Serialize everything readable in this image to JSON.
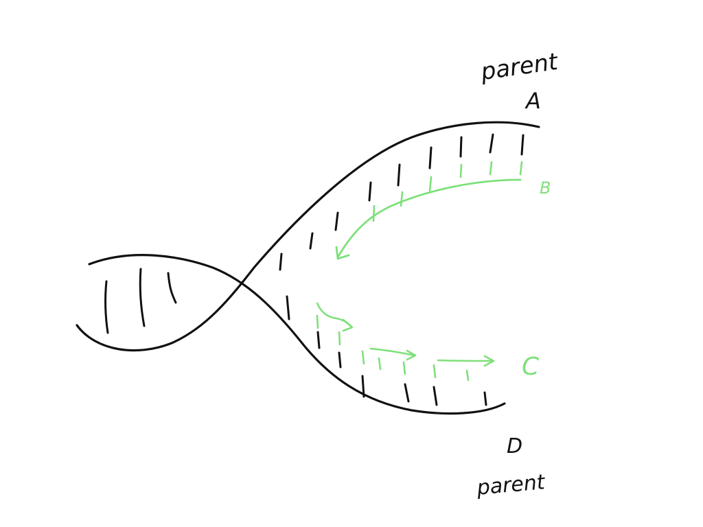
{
  "colors": {
    "background": "#ffffff",
    "parent_ink": "#111111",
    "new_strand_ink": "#7ee07a"
  },
  "labels": {
    "parent_top": "parent",
    "strand_a": "A",
    "strand_b": "B",
    "strand_c": "C",
    "strand_d": "D",
    "parent_bottom": "parent"
  }
}
